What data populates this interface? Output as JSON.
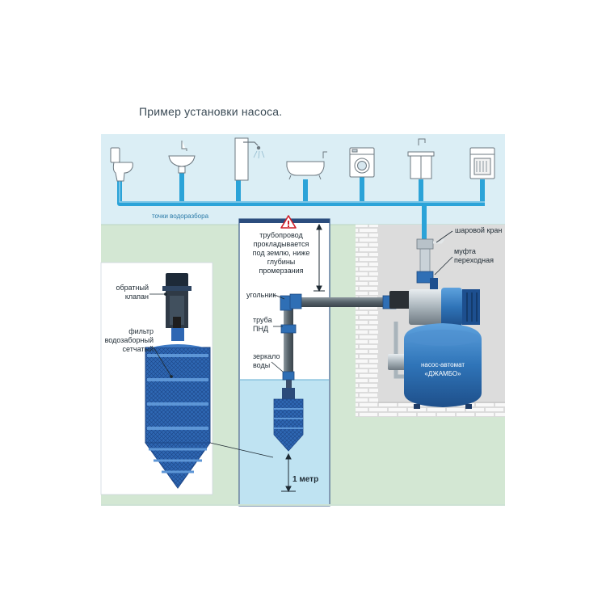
{
  "title": "Пример установки насоса.",
  "labels": {
    "water_points": "точки водоразбора",
    "ball_valve": "шаровой кран",
    "coupling": "муфта переходная",
    "pipeline_note": "трубопровод прокладывается под землю, ниже глубины промерзания",
    "elbow": "угольник",
    "pipe_pnd": "труба ПНД",
    "water_mirror": "зеркало воды",
    "check_valve": "обратный клапан",
    "filter": "фильтр водозаборный сетчатый",
    "pump_name": "насос-автомат «ДЖАМБО»",
    "depth": "1 метр"
  },
  "fixtures": [
    "toilet-icon",
    "washbasin-icon",
    "shower-icon",
    "bathtub-icon",
    "washing-machine-icon",
    "kitchen-sink-icon",
    "dishwasher-icon"
  ],
  "colors": {
    "sky": "#dbeef5",
    "ground": "#d3e7d3",
    "pipe": "#2ba3d8",
    "pump": "#2f74b8",
    "filter": "#2e67b3",
    "well_water": "#bfe3f2",
    "brick": "#e4e4e4"
  }
}
